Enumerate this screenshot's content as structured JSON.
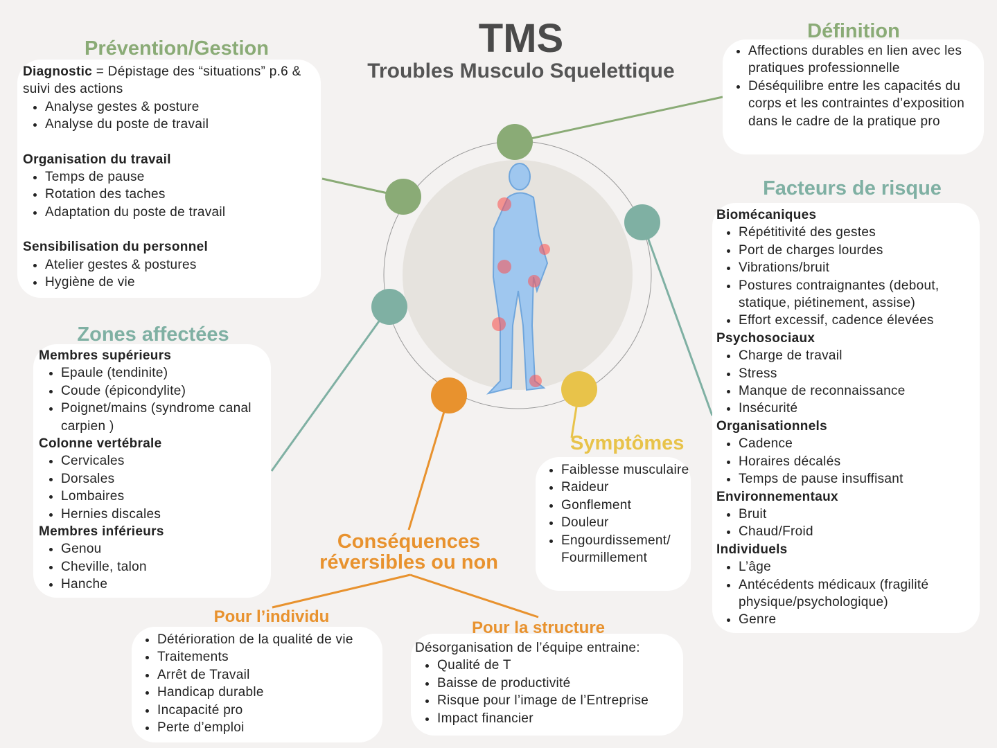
{
  "header": {
    "title": "TMS",
    "subtitle": "Troubles Musculo Squelettique"
  },
  "colors": {
    "green": "#8aab76",
    "teal": "#7fb0a3",
    "orange": "#e8922e",
    "yellow": "#e8c34a"
  },
  "prevention": {
    "title": "Prévention/Gestion",
    "diag_bold": "Diagnostic",
    "diag_rest": " = Dépistage des “situations” p.6 & suivi des actions",
    "diag_items": [
      "Analyse gestes & posture",
      "Analyse du poste de travail"
    ],
    "org_head": "Organisation du travail",
    "org_items": [
      "Temps de pause",
      "Rotation des taches",
      "Adaptation du poste de travail"
    ],
    "sens_head": "Sensibilisation du personnel",
    "sens_items": [
      "Atelier gestes & postures",
      "Hygiène de vie"
    ]
  },
  "definition": {
    "title": "Définition",
    "items": [
      "Affections durables en lien avec les pratiques professionnelle",
      "Déséquilibre entre les capacités du corps et les contraintes d’exposition dans le cadre de la pratique pro"
    ]
  },
  "facteurs": {
    "title": "Facteurs de risque",
    "groups": [
      {
        "head": "Biomécaniques",
        "items": [
          "Répétitivité des gestes",
          "Port de charges lourdes",
          "Vibrations/bruit",
          "Postures contraignantes (debout, statique, piétinement, assise)",
          "Effort excessif, cadence élevées"
        ]
      },
      {
        "head": "Psychosociaux",
        "items": [
          "Charge de travail",
          "Stress",
          "Manque de reconnaissance",
          "Insécurité"
        ]
      },
      {
        "head": "Organisationnels",
        "items": [
          "Cadence",
          "Horaires décalés",
          "Temps de pause insuffisant"
        ]
      },
      {
        "head": "Environnementaux",
        "items": [
          "Bruit",
          "Chaud/Froid"
        ]
      },
      {
        "head": "Individuels",
        "items": [
          "L’âge",
          "Antécédents médicaux (fragilité physique/psychologique)",
          "Genre"
        ]
      }
    ]
  },
  "zones": {
    "title": "Zones affectées",
    "groups": [
      {
        "head": "Membres supérieurs",
        "items": [
          "Epaule (tendinite)",
          "Coude (épicondylite)",
          "Poignet/mains (syndrome canal carpien )"
        ]
      },
      {
        "head": "Colonne vertébrale",
        "items": [
          "Cervicales",
          "Dorsales",
          "Lombaires",
          "Hernies discales"
        ]
      },
      {
        "head": "Membres inférieurs",
        "items": [
          "Genou",
          "Cheville, talon",
          "Hanche"
        ]
      }
    ]
  },
  "symptomes": {
    "title": "Symptômes",
    "items": [
      "Faiblesse musculaire",
      "Raideur",
      "Gonflement",
      "Douleur",
      "Engourdissement/ Fourmillement"
    ]
  },
  "consequences": {
    "title1": "Conséquences",
    "title2": "réversibles ou non",
    "individu": {
      "title": "Pour l’individu",
      "items": [
        "Détérioration de la qualité de vie",
        "Traitements",
        "Arrêt de Travail",
        "Handicap durable",
        "Incapacité pro",
        "Perte d’emploi"
      ]
    },
    "structure": {
      "title": "Pour la structure",
      "intro": "Désorganisation de l’équipe entraine:",
      "items": [
        "Qualité de T",
        "Baisse de productivité",
        "Risque pour l’image de l’Entreprise",
        "Impact financier"
      ]
    }
  }
}
